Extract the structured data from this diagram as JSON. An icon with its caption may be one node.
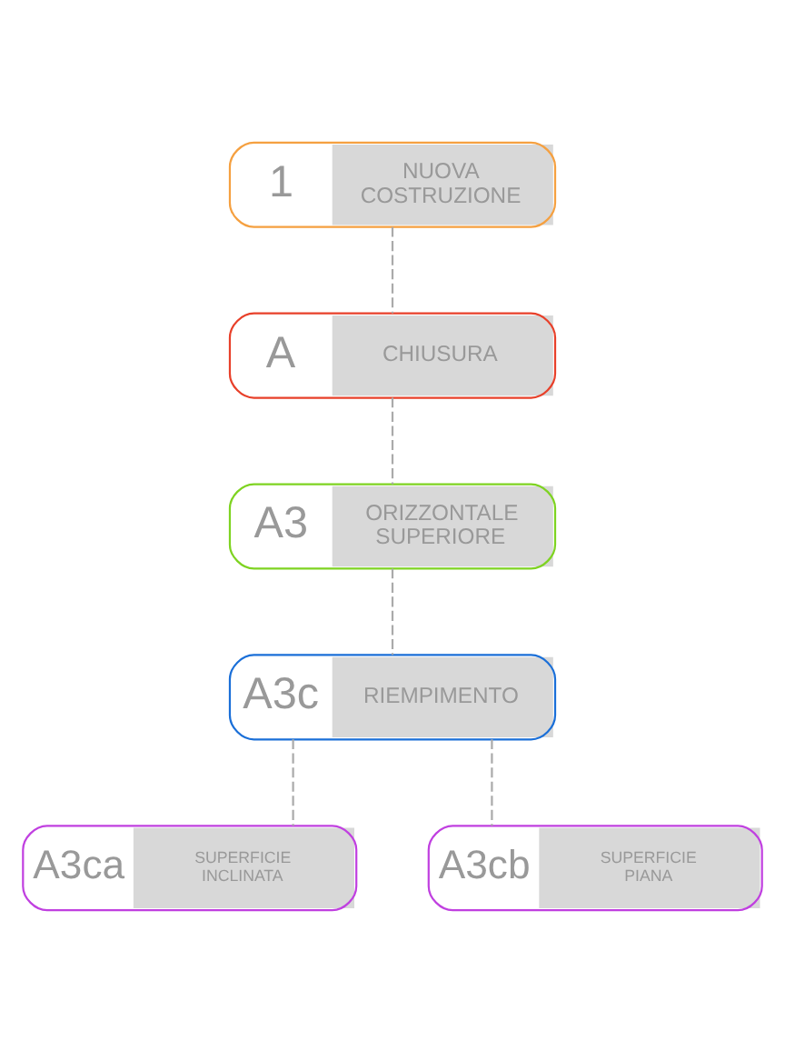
{
  "diagram": {
    "nodes": [
      {
        "text": [
          "1",
          "NUOVA COSTRUZIONE"
        ]
      },
      {
        "text": [
          "A",
          "CHIUSURA"
        ]
      },
      {
        "text": [
          "A3",
          "ORIZZONTALE SUPERIORE"
        ]
      },
      {
        "text": [
          "A3c",
          "RIEMPIMENTO"
        ]
      },
      {
        "text": [
          "A3ca",
          "SUPERFICIE INCLINATA"
        ]
      },
      {
        "text": [
          "A3cb",
          "SUPERFICIE PIANA"
        ]
      }
    ],
    "edges": [
      {
        "from": 0,
        "to": 1,
        "arrow": "none",
        "style": "dashed"
      },
      {
        "from": 1,
        "to": 2,
        "arrow": "none",
        "style": "dashed"
      },
      {
        "from": 2,
        "to": 3,
        "arrow": "none",
        "style": "dashed"
      },
      {
        "from": 3,
        "to": 4,
        "arrow": "none",
        "style": "dashed"
      },
      {
        "from": 3,
        "to": 5,
        "arrow": "none",
        "style": "dashed"
      }
    ]
  }
}
